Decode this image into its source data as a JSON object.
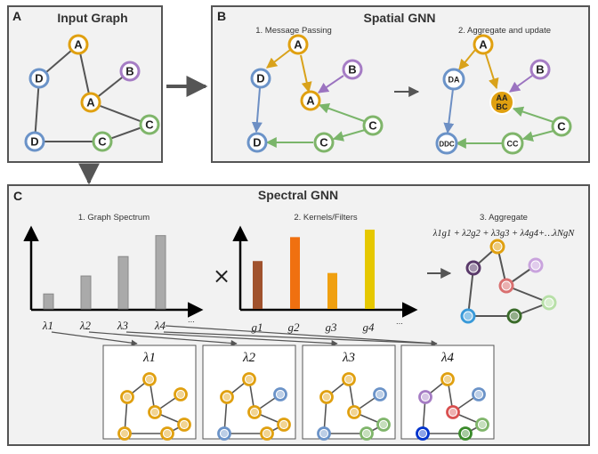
{
  "colors": {
    "A": "#e0a010",
    "B": "#a57cc4",
    "C": "#7fb56a",
    "D": "#6b93c8",
    "edge": "#555555",
    "msg_A": "#d9a21b",
    "msg_B": "#9b73c0",
    "msg_C": "#7ab56a",
    "msg_D": "#6d8fc4"
  },
  "panel_a": {
    "letter": "A",
    "title": "Input Graph",
    "node_labels": [
      "A",
      "B",
      "D",
      "A",
      "C",
      "D",
      "C"
    ]
  },
  "panel_b": {
    "letter": "B",
    "title": "Spatial GNN",
    "step1": "1. Message Passing",
    "step2": "2. Aggregate and update",
    "mp_labels": [
      "A",
      "B",
      "D",
      "A",
      "C",
      "D",
      "C"
    ],
    "agg_labels": [
      "A",
      "B",
      "DA",
      "AA",
      "BC",
      "C",
      "DDC",
      "CC"
    ]
  },
  "panel_c": {
    "letter": "C",
    "title": "Spectral GNN",
    "step1": "1. Graph Spectrum",
    "step2": "2. Kernels/Filters",
    "step3": "3. Aggregate",
    "times": "×",
    "dots": "...",
    "formula": "λ1g1 + λ2g2 + λ3g3 + λ4g4+…λNgN",
    "spectrum": {
      "values": [
        1,
        2.2,
        3.5,
        4.9
      ],
      "labels": [
        "λ1",
        "λ2",
        "λ3",
        "λ4"
      ]
    },
    "filters": {
      "values": [
        3.2,
        4.8,
        2.4,
        5.3
      ],
      "labels": [
        "g1",
        "g2",
        "g3",
        "g4"
      ],
      "colors": [
        "#a0522d",
        "#f07010",
        "#f0a010",
        "#e6c800"
      ]
    },
    "eigen_titles": [
      "λ1",
      "λ2",
      "λ3",
      "λ4"
    ],
    "agg_node_colors": [
      "#e0a010",
      "#5a3a6a",
      "#c9a3dd",
      "#d97070",
      "#b8e0a8",
      "#3a9ad9",
      "#3a6b2a"
    ],
    "eigen_node_colors": [
      [
        "#e0a010",
        "#e0a010",
        "#e0a010",
        "#e0a010",
        "#e0a010",
        "#e0a010",
        "#e0a010"
      ],
      [
        "#e0a010",
        "#e0a010",
        "#6b93c8",
        "#e0a010",
        "#e0a010",
        "#6b93c8",
        "#e0a010"
      ],
      [
        "#e0a010",
        "#e0a010",
        "#6b93c8",
        "#e0a010",
        "#7fb56a",
        "#6b93c8",
        "#7fb56a"
      ],
      [
        "#e0a010",
        "#a57cc4",
        "#6b93c8",
        "#d95050",
        "#7fb56a",
        "#0033cc",
        "#3a8a2a"
      ]
    ]
  }
}
